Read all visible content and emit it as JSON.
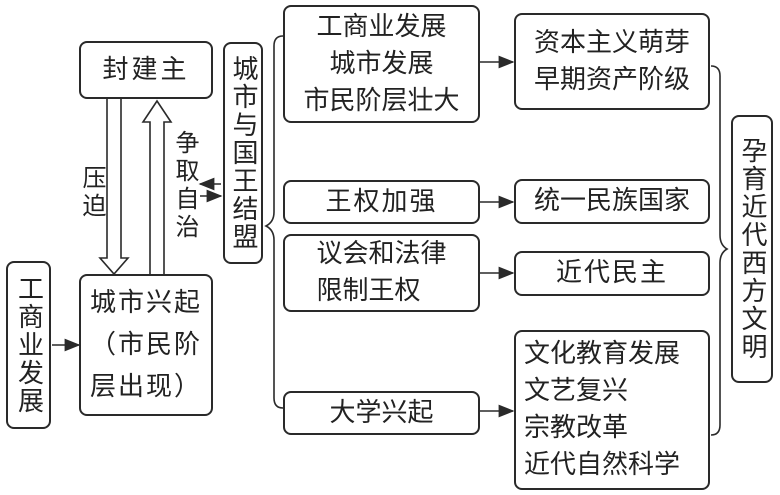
{
  "diagram": {
    "nodes": {
      "feudal_lords": "封建主",
      "commerce_industry": "工商业发展",
      "city_rise": "城市兴起\n（市民阶\n层出现）",
      "city_king_alliance": "城市与国王结盟",
      "dev_group": "工商业发展\n城市发展\n市民阶层壮大",
      "royal_power": "王权加强",
      "parliament_law": "议会和法律\n限制王权",
      "university": "大学兴起",
      "capitalism": "资本主义萌芽\n早期资产阶级",
      "unified_state": "统一民族国家",
      "modern_democracy": "近代民主",
      "culture_group": "文化教育发展\n文艺复兴\n宗教改革\n近代自然科学",
      "western_civilization": "孕育近代西方文明"
    },
    "edge_labels": {
      "oppression": "压迫",
      "autonomy": "争取自治"
    }
  }
}
